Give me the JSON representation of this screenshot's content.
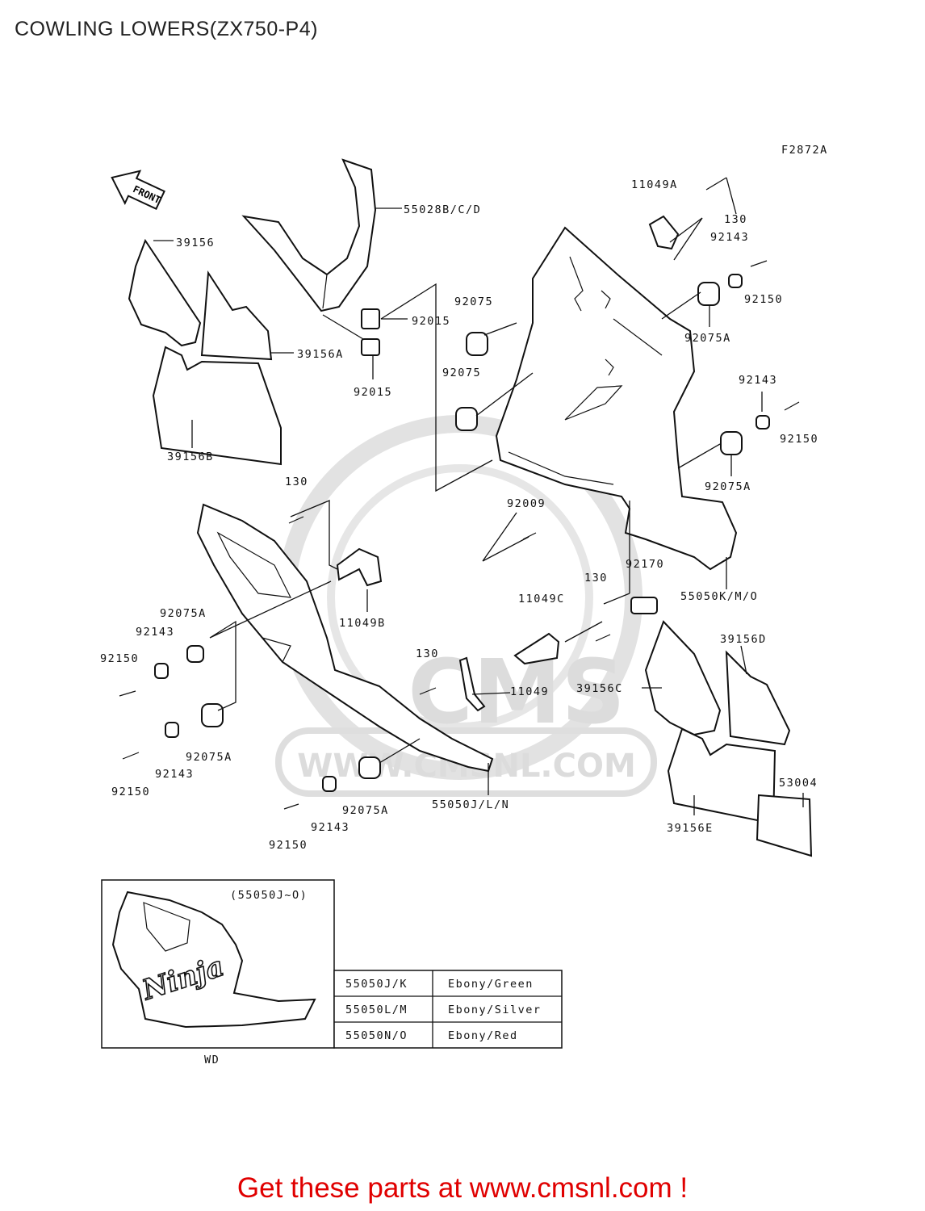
{
  "page": {
    "title": "COWLING LOWERS(ZX750-P4)",
    "figure_code": "F2872A",
    "front_label": "FRONT"
  },
  "watermark": {
    "brand": "CMS",
    "url": "WWW.CMSNL.COM"
  },
  "callouts": {
    "c55028": "55028B/C/D",
    "c39156": "39156",
    "c39156A": "39156A",
    "c39156B": "39156B",
    "c92015a": "92015",
    "c92015b": "92015",
    "c92075a": "92075",
    "c92075b": "92075",
    "c11049A": "11049A",
    "c130a": "130",
    "c92143a": "92143",
    "c92150a": "92150",
    "c92075Aa": "92075A",
    "c92143b": "92143",
    "c92150b": "92150",
    "c92075Ab": "92075A",
    "c130b": "130",
    "c92009": "92009",
    "c92170": "92170",
    "c55050KMO": "55050K/M/O",
    "c130c": "130",
    "c11049C": "11049C",
    "c11049B": "11049B",
    "c92075Ac": "92075A",
    "c92143c": "92143",
    "c92150c": "92150",
    "c92075Ad": "92075A",
    "c92143d": "92143",
    "c92150d": "92150",
    "c130d": "130",
    "c11049": "11049",
    "c92075Ae": "92075A",
    "c92143e": "92143",
    "c92150e": "92150",
    "c55050JLN": "55050J/L/N",
    "c39156D": "39156D",
    "c39156C": "39156C",
    "c53004": "53004",
    "c39156E": "39156E"
  },
  "inset": {
    "heading": "(55050J~O)",
    "decal_text": "Ninja",
    "note": "WD",
    "rows": [
      {
        "part": "55050J/K",
        "color": "Ebony/Green"
      },
      {
        "part": "55050L/M",
        "color": "Ebony/Silver"
      },
      {
        "part": "55050N/O",
        "color": "Ebony/Red"
      }
    ]
  },
  "footer": {
    "text": "Get these parts at www.cmsnl.com !"
  },
  "colors": {
    "footer_text": "#e00000",
    "line": "#111111",
    "watermark": "#dcdcdc"
  }
}
